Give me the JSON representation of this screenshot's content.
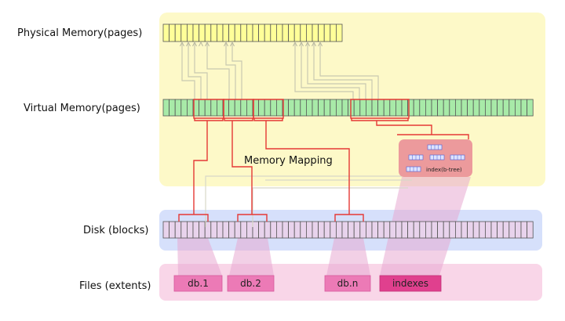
{
  "labels": {
    "physical_memory": "Physical Memory(pages)",
    "virtual_memory": "Virtual Memory(pages)",
    "memory_mapping": "Memory Mapping",
    "disk": "Disk (blocks)",
    "files": "Files (extents)",
    "index_tree": "index(b-tree)"
  },
  "files": [
    {
      "name": "db.1"
    },
    {
      "name": "db.2"
    },
    {
      "name": "db.n"
    },
    {
      "name": "indexes"
    }
  ],
  "colors": {
    "memory_panel": "#fdf9c8",
    "disk_panel": "#d6e0fb",
    "files_panel": "#f9d6e8",
    "physical_cell": "#ffff99",
    "virtual_cell": "#a8eaa8",
    "disk_cell": "#e8d3ec",
    "mapping_line": "#e53935",
    "file_box": "#ec7ab6",
    "index_file_box": "#e0408e",
    "index_panel": "#ec9a9c"
  }
}
